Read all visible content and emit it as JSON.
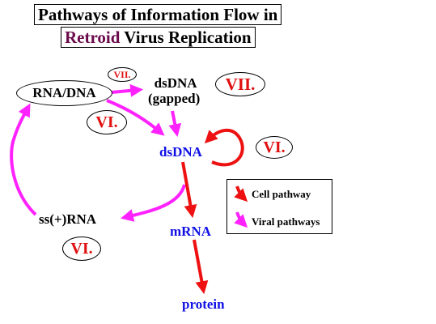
{
  "title": {
    "line1": "Pathways of Information Flow in",
    "line2_word": "Retroid",
    "line2_rest": " Virus Replication",
    "retroid_color": "#6a0a4a"
  },
  "nodes": {
    "rna_dna": "RNA/DNA",
    "dsdna_gapped_1": "dsDNA",
    "dsdna_gapped_2": "(gapped)",
    "dsdna": "dsDNA",
    "ss_rna": "ss(+)RNA",
    "mrna": "mRNA",
    "protein": "protein"
  },
  "class_labels": {
    "vii_small": "VII.",
    "vii_large": "VII.",
    "vi_left": "VI.",
    "vi_right": "VI.",
    "vi_bottom": "VI."
  },
  "legend": {
    "cell": "Cell pathway",
    "viral": "Viral pathways"
  },
  "colors": {
    "cell_arrow": "#ee1111",
    "viral_arrow": "#ff22ff",
    "node_blue": "#1010e6",
    "roman": "#e01010"
  }
}
